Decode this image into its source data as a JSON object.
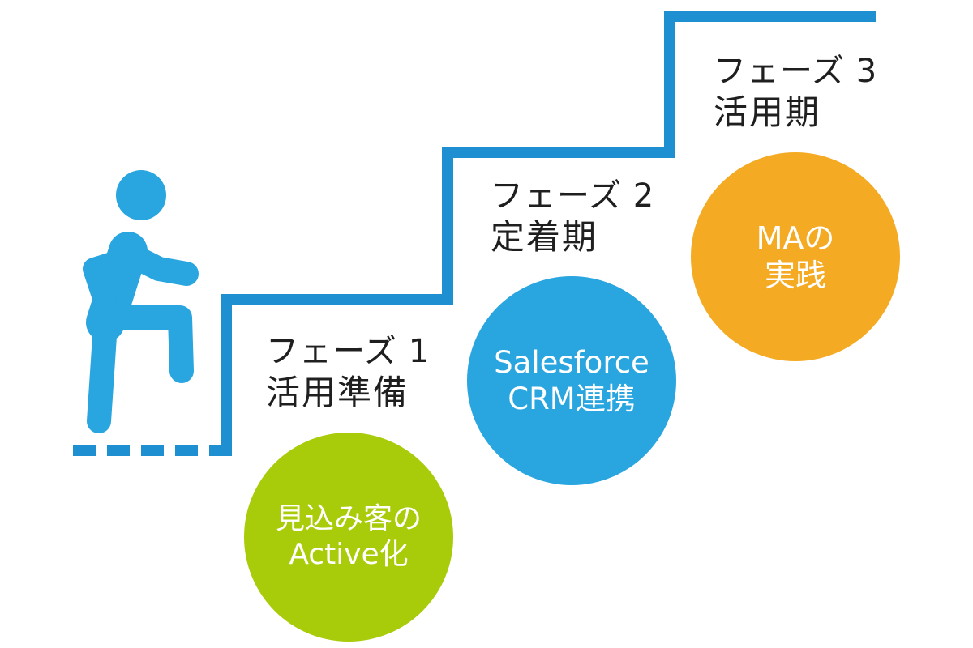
{
  "colors": {
    "stairs": "#1e8fd0",
    "figure": "#29a5df",
    "phase1": "#a8cb0a",
    "phase2": "#29a5df",
    "phase3": "#f5aa23",
    "text": "#1f1f1f"
  },
  "icons": {
    "figure": "person-climbing-stairs-icon"
  },
  "phases": [
    {
      "label": "フェーズ 1",
      "title": "活用準備",
      "circle_lines": [
        "見込み客の",
        "Active化"
      ]
    },
    {
      "label": "フェーズ 2",
      "title": "定着期",
      "circle_lines": [
        "Salesforce",
        "CRM連携"
      ]
    },
    {
      "label": "フェーズ 3",
      "title": "活用期",
      "circle_lines": [
        "MAの",
        "実践"
      ]
    }
  ]
}
